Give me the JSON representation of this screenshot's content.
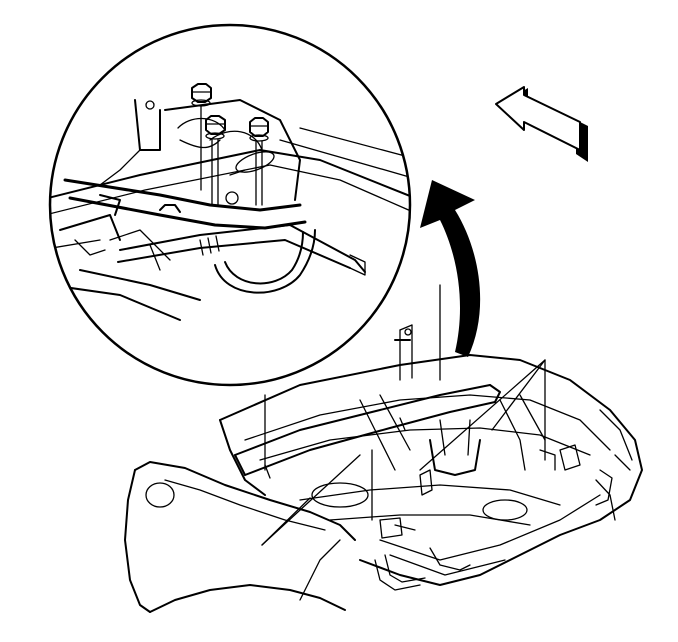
{
  "figure": {
    "background": "#ffffff",
    "ink": "#000000",
    "components": [
      "detail-magnifier-circle",
      "front-direction-arrow",
      "callout-arrow",
      "bolts",
      "front-crossmember",
      "vehicle-underbody",
      "wheel-well-panel",
      "leader-lines"
    ]
  }
}
